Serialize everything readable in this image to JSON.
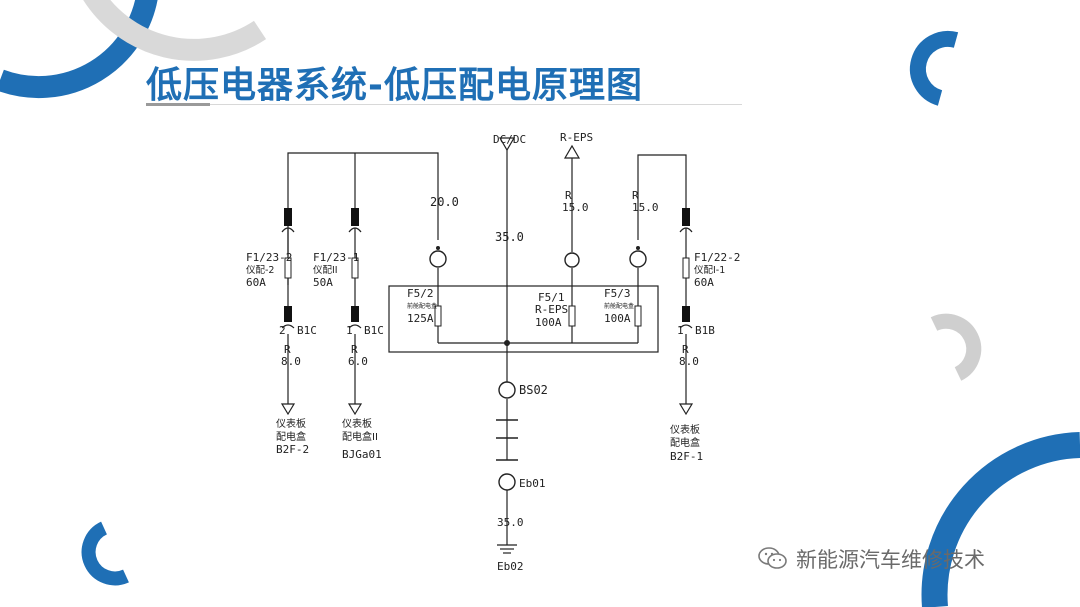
{
  "title": "低压电器系统-低压配电原理图",
  "watermark": {
    "text": "新能源汽车维修技术",
    "icon": "wechat-icon"
  },
  "colors": {
    "accent": "#1f6fb5",
    "grey": "#cfcfcf",
    "line": "#222222"
  },
  "diagram": {
    "dcdc": "DC/DC",
    "reps_top": "R-EPS",
    "wire_left": "20.0",
    "wire_main": "35.0",
    "wire_reps_color": "R",
    "wire_reps_size": "15.0",
    "wire_right_color": "R",
    "wire_right_size": "15.0",
    "fuse_f123_2": {
      "name": "F1/23-2",
      "label": "仪配-2",
      "rating": "60A"
    },
    "fuse_f123_1": {
      "name": "F1/23-1",
      "label": "仪配II",
      "rating": "50A"
    },
    "fuse_f122_2": {
      "name": "F1/22-2",
      "label": "仪配I-1",
      "rating": "60A"
    },
    "fuse_f52": {
      "name": "F5/2",
      "label": "前舱配电盒",
      "rating": "125A"
    },
    "fuse_f51": {
      "name": "F5/1",
      "label": "R-EPS",
      "rating": "100A"
    },
    "fuse_f53": {
      "name": "F5/3",
      "label": "前舱配电盒",
      "rating": "100A"
    },
    "conn_left1": {
      "pin": "2",
      "name": "B1C"
    },
    "conn_left2": {
      "pin": "1",
      "name": "B1C"
    },
    "conn_right": {
      "pin": "1",
      "name": "B1B"
    },
    "wire_l1_color": "R",
    "wire_l1_size": "8.0",
    "wire_l2_color": "R",
    "wire_l2_size": "6.0",
    "wire_r_color": "R",
    "wire_r_size": "8.0",
    "dest_left1": {
      "line1": "仪表板",
      "line2": "配电盒",
      "code": "B2F-2"
    },
    "dest_left2": {
      "line1": "仪表板",
      "line2": "配电盒II",
      "code": "BJGa01"
    },
    "dest_right": {
      "line1": "仪表板",
      "line2": "配电盒",
      "code": "B2F-1"
    },
    "bs02": "BS02",
    "eb01": "Eb01",
    "wire_bottom": "35.0",
    "eb02": "Eb02"
  }
}
